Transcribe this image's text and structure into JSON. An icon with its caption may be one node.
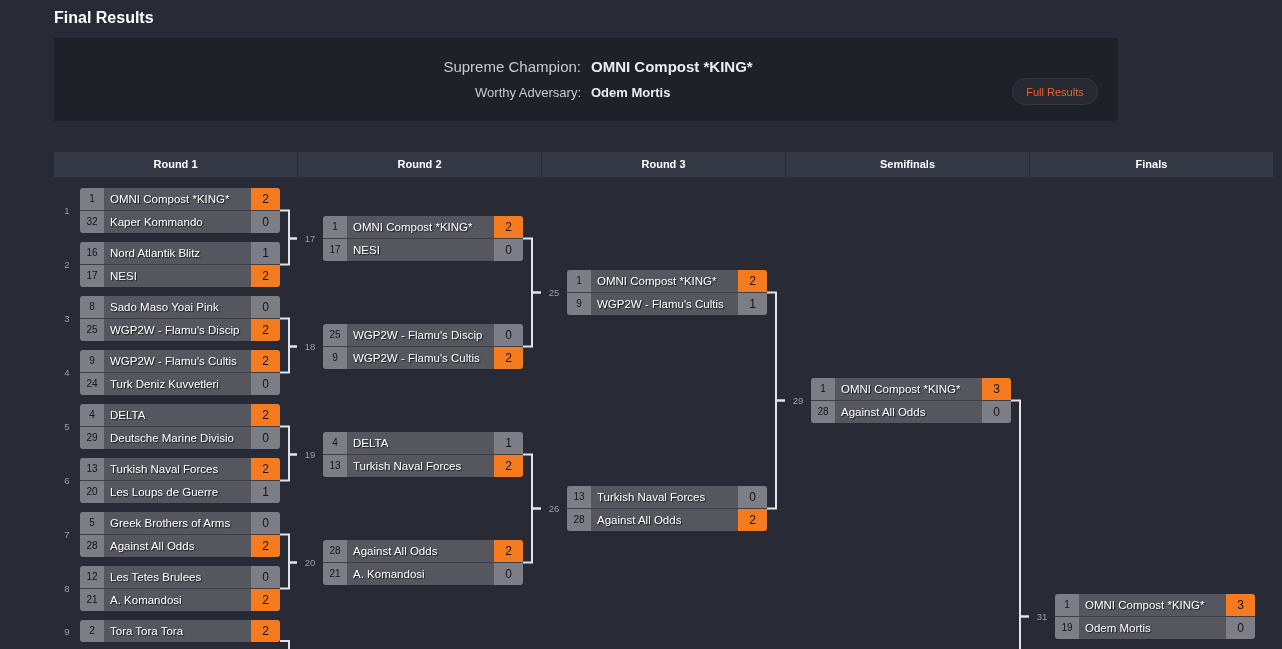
{
  "diagram": {
    "title": "Final Results",
    "nodes": [
      {
        "text": [
          "1",
          "OMNI Compost *KING*",
          "2",
          "32",
          "Kaper Kommando",
          "0"
        ],
        "beside": [
          "1"
        ]
      },
      {
        "text": [
          "16",
          "Nord Atlantik Blitz",
          "1",
          "17",
          "NESI",
          "2"
        ],
        "beside": [
          "2"
        ]
      },
      {
        "text": [
          "8",
          "Sado Maso Yoai Pink",
          "0",
          "25",
          "WGP2W - Flamu's Discip",
          "2"
        ],
        "beside": [
          "3"
        ]
      },
      {
        "text": [
          "9",
          "WGP2W - Flamu's Cultis",
          "2",
          "24",
          "Turk Deniz Kuvvetleri",
          "0"
        ],
        "beside": [
          "4"
        ]
      },
      {
        "text": [
          "4",
          "DELTA",
          "2",
          "29",
          "Deutsche Marine Divisio",
          "0"
        ],
        "beside": [
          "5"
        ]
      },
      {
        "text": [
          "13",
          "Turkish Naval Forces",
          "2",
          "20",
          "Les Loups de Guerre",
          "1"
        ],
        "beside": [
          "6"
        ]
      },
      {
        "text": [
          "5",
          "Greek Brothers of Arms",
          "0",
          "28",
          "Against All Odds",
          "2"
        ],
        "beside": [
          "7"
        ]
      },
      {
        "text": [
          "12",
          "Les Tetes Brulees",
          "0",
          "21",
          "A. Komandosi",
          "2"
        ],
        "beside": [
          "8"
        ]
      },
      {
        "text": [
          "2",
          "Tora Tora Tora",
          "2"
        ],
        "beside": [
          "9"
        ]
      },
      {
        "text": [
          "1",
          "OMNI Compost *KING*",
          "2",
          "17",
          "NESI",
          "0"
        ],
        "beside": [
          "17"
        ]
      },
      {
        "text": [
          "25",
          "WGP2W - Flamu's Discip",
          "0",
          "9",
          "WGP2W - Flamu's Cultis",
          "2"
        ],
        "beside": [
          "18"
        ]
      },
      {
        "text": [
          "4",
          "DELTA",
          "1",
          "13",
          "Turkish Naval Forces",
          "2"
        ],
        "beside": [
          "19"
        ]
      },
      {
        "text": [
          "28",
          "Against All Odds",
          "2",
          "21",
          "A. Komandosi",
          "0"
        ],
        "beside": [
          "20"
        ]
      },
      {
        "text": [
          "1",
          "OMNI Compost *KING*",
          "2",
          "9",
          "WGP2W - Flamu's Cultis",
          "1"
        ],
        "beside": [
          "25"
        ]
      },
      {
        "text": [
          "13",
          "Turkish Naval Forces",
          "0",
          "28",
          "Against All Odds",
          "2"
        ],
        "beside": [
          "26"
        ]
      },
      {
        "text": [
          "1",
          "OMNI Compost *KING*",
          "3",
          "28",
          "Against All Odds",
          "0"
        ],
        "beside": [
          "29"
        ]
      },
      {
        "text": [
          "1",
          "OMNI Compost *KING*",
          "3",
          "19",
          "Odem Mortis",
          "0"
        ],
        "beside": [
          "31"
        ]
      }
    ],
    "edges": [
      {
        "from": 0,
        "to": 9,
        "arrow": "none"
      },
      {
        "from": 1,
        "to": 9,
        "arrow": "none"
      },
      {
        "from": 2,
        "to": 10,
        "arrow": "none"
      },
      {
        "from": 3,
        "to": 10,
        "arrow": "none"
      },
      {
        "from": 4,
        "to": 11,
        "arrow": "none"
      },
      {
        "from": 5,
        "to": 11,
        "arrow": "none"
      },
      {
        "from": 6,
        "to": 12,
        "arrow": "none"
      },
      {
        "from": 7,
        "to": 12,
        "arrow": "none"
      },
      {
        "from": 9,
        "to": 13,
        "arrow": "none"
      },
      {
        "from": 10,
        "to": 13,
        "arrow": "none"
      },
      {
        "from": 11,
        "to": 14,
        "arrow": "none"
      },
      {
        "from": 12,
        "to": 14,
        "arrow": "none"
      },
      {
        "from": 13,
        "to": 15,
        "arrow": "none"
      },
      {
        "from": 14,
        "to": 15,
        "arrow": "none"
      },
      {
        "from": 15,
        "to": 16,
        "arrow": "none"
      },
      {
        "from": null,
        "to": 16,
        "arrow": "none"
      },
      {
        "from": 8,
        "to": null,
        "arrow": "none"
      }
    ],
    "labels": [
      "Supreme Champion:",
      "OMNI Compost *KING*",
      "Worthy Adversary:",
      "Odem Mortis",
      "Full Results",
      "Round 1",
      "Round 2",
      "Round 3",
      "Semifinals",
      "Finals"
    ]
  }
}
